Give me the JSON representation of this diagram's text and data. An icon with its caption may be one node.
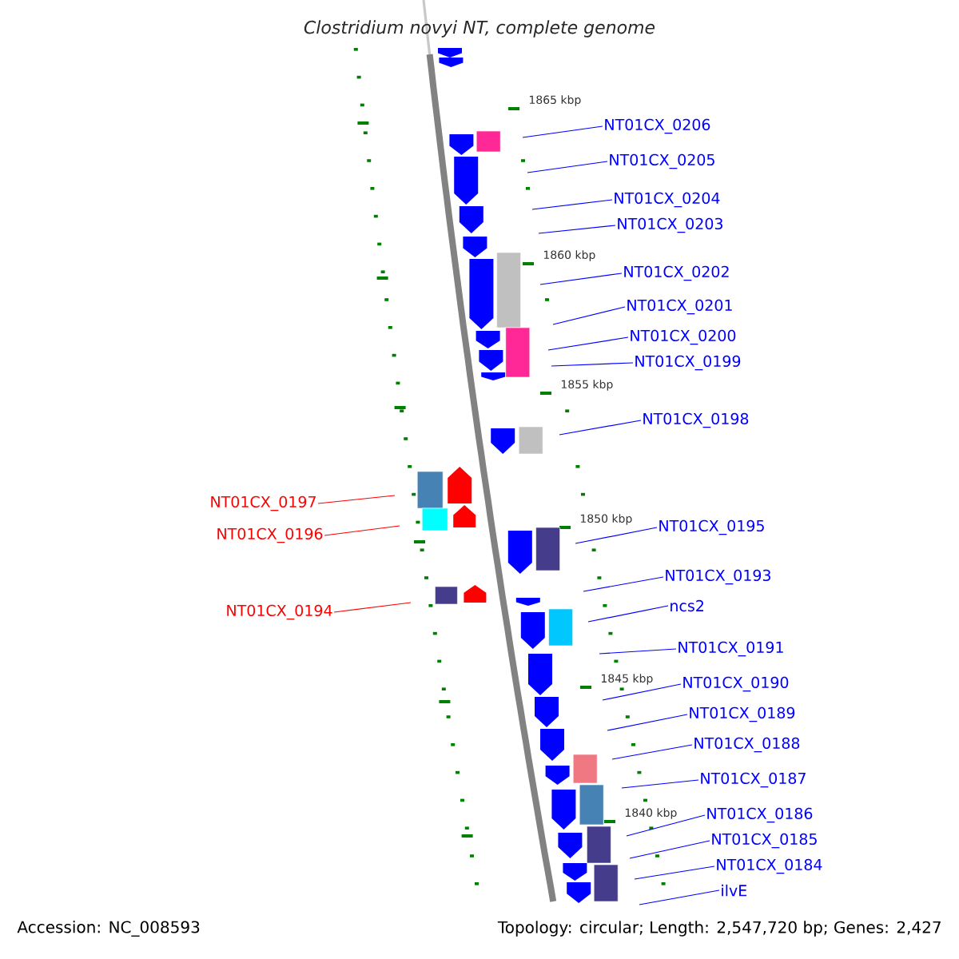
{
  "diagram": {
    "title": "Clostridium novyi NT, complete genome",
    "nodes": [
      {
        "text": [
          "NT01CX_0206"
        ]
      },
      {
        "text": [
          "NT01CX_0205"
        ]
      },
      {
        "text": [
          "NT01CX_0204"
        ]
      },
      {
        "text": [
          "NT01CX_0203"
        ]
      },
      {
        "text": [
          "NT01CX_0202"
        ]
      },
      {
        "text": [
          "NT01CX_0201"
        ]
      },
      {
        "text": [
          "NT01CX_0200"
        ]
      },
      {
        "text": [
          "NT01CX_0199"
        ]
      },
      {
        "text": [
          "NT01CX_0198"
        ]
      },
      {
        "text": [
          "NT01CX_0197"
        ]
      },
      {
        "text": [
          "NT01CX_0196"
        ]
      },
      {
        "text": [
          "NT01CX_0195"
        ]
      },
      {
        "text": [
          "NT01CX_0194"
        ]
      },
      {
        "text": [
          "NT01CX_0193"
        ]
      },
      {
        "text": [
          "ncs2"
        ]
      },
      {
        "text": [
          "NT01CX_0191"
        ]
      },
      {
        "text": [
          "NT01CX_0190"
        ]
      },
      {
        "text": [
          "NT01CX_0189"
        ]
      },
      {
        "text": [
          "NT01CX_0188"
        ]
      },
      {
        "text": [
          "NT01CX_0187"
        ]
      },
      {
        "text": [
          "NT01CX_0186"
        ]
      },
      {
        "text": [
          "NT01CX_0185"
        ]
      },
      {
        "text": [
          "NT01CX_0184"
        ]
      },
      {
        "text": [
          "ilvE"
        ]
      }
    ],
    "edges": [
      {
        "from": 0,
        "to": null,
        "arrow": "none"
      },
      {
        "from": 1,
        "to": null,
        "arrow": "none"
      },
      {
        "from": 2,
        "to": null,
        "arrow": "none"
      },
      {
        "from": 3,
        "to": null,
        "arrow": "none"
      },
      {
        "from": 4,
        "to": null,
        "arrow": "none"
      },
      {
        "from": 5,
        "to": null,
        "arrow": "none"
      },
      {
        "from": 6,
        "to": null,
        "arrow": "none"
      },
      {
        "from": 7,
        "to": null,
        "arrow": "none"
      },
      {
        "from": 8,
        "to": null,
        "arrow": "none"
      },
      {
        "from": 9,
        "to": null,
        "arrow": "none",
        "color": "#ff0000"
      },
      {
        "from": 10,
        "to": null,
        "arrow": "none",
        "color": "#ff0000"
      },
      {
        "from": 11,
        "to": null,
        "arrow": "none"
      },
      {
        "from": 12,
        "to": null,
        "arrow": "none",
        "color": "#ff0000"
      },
      {
        "from": 13,
        "to": null,
        "arrow": "none"
      },
      {
        "from": 14,
        "to": null,
        "arrow": "none"
      },
      {
        "from": 15,
        "to": null,
        "arrow": "none"
      },
      {
        "from": 16,
        "to": null,
        "arrow": "none"
      },
      {
        "from": 17,
        "to": null,
        "arrow": "none"
      },
      {
        "from": 18,
        "to": null,
        "arrow": "none"
      },
      {
        "from": 19,
        "to": null,
        "arrow": "none"
      },
      {
        "from": 20,
        "to": null,
        "arrow": "none"
      },
      {
        "from": 21,
        "to": null,
        "arrow": "none"
      },
      {
        "from": 22,
        "to": null,
        "arrow": "none"
      },
      {
        "from": 23,
        "to": null,
        "arrow": "none"
      }
    ],
    "labels": [
      "1865 kbp",
      "1860 kbp",
      "1855 kbp",
      "1850 kbp",
      "1845 kbp",
      "1840 kbp",
      "Accession: NC_008593",
      "Topology: circular; Length: 2,547,720 bp; Genes: 2,427"
    ]
  }
}
